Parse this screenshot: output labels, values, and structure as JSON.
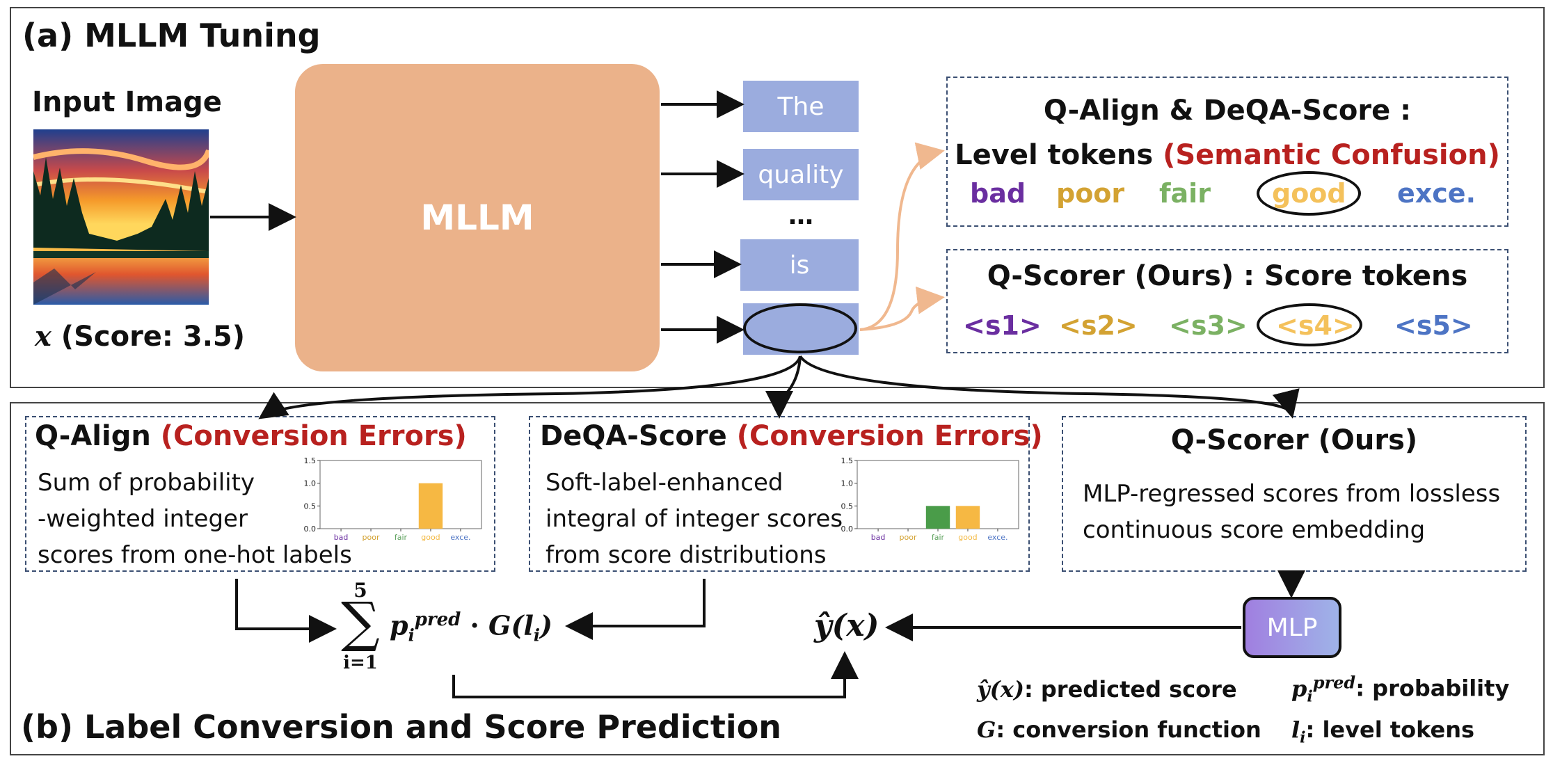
{
  "panel_a": {
    "title": "(a) MLLM Tuning",
    "input_image_label": "Input Image",
    "input_score_var": "x",
    "input_score_text": "(Score: 3.5)",
    "mllm_label": "MLLM",
    "tokens": [
      "The",
      "quality",
      "…",
      "is"
    ]
  },
  "level_box": {
    "line1": "Q-Align & DeQA-Score :",
    "line2_prefix": "Level tokens",
    "line2_highlight": "(Semantic Confusion)",
    "levels": [
      {
        "text": "bad",
        "color": "#6a2ea0"
      },
      {
        "text": "poor",
        "color": "#d3a232"
      },
      {
        "text": "fair",
        "color": "#7bb163"
      },
      {
        "text": "good",
        "color": "#f4c15b"
      },
      {
        "text": "exce.",
        "color": "#4d74c4"
      }
    ]
  },
  "score_box": {
    "title": "Q-Scorer (Ours) : Score tokens",
    "tokens": [
      {
        "text": "<s1>",
        "color": "#6a2ea0"
      },
      {
        "text": "<s2>",
        "color": "#d3a232"
      },
      {
        "text": "<s3>",
        "color": "#7bb163"
      },
      {
        "text": "<s4>",
        "color": "#f4c15b"
      },
      {
        "text": "<s5>",
        "color": "#4d74c4"
      }
    ]
  },
  "panel_b": {
    "title": "(b) Label Conversion and Score Prediction",
    "qalign": {
      "name": "Q-Align",
      "error": "(Conversion Errors)",
      "lines": [
        "Sum of probability",
        "-weighted integer",
        "scores from one-hot labels"
      ]
    },
    "deqa": {
      "name": "DeQA-Score",
      "error": "(Conversion Errors)",
      "lines": [
        "Soft-label-enhanced",
        "integral of integer scores",
        "from score distributions"
      ]
    },
    "qscorer": {
      "name": "Q-Scorer (Ours)",
      "lines": [
        "MLP-regressed scores from lossless",
        "continuous score embedding"
      ]
    },
    "mlp_label": "MLP",
    "formula": {
      "sum_top": "5",
      "sum_bottom": "i=1",
      "sum_symbol": "∑",
      "p": "p",
      "p_sub": "i",
      "p_sup": "pred",
      "dot": "·",
      "g": "G(l",
      "g_sub": "i",
      "g_close": ")"
    },
    "prediction": "ŷ(x)",
    "legend": [
      {
        "symbol": "ŷ(x)",
        "text": ": predicted score"
      },
      {
        "symbol": "G",
        "text": ": conversion function"
      },
      {
        "symbol": "p_i^pred",
        "text": ": probability"
      },
      {
        "symbol": "l_i",
        "text": ": level tokens"
      }
    ]
  },
  "chart_data": [
    {
      "type": "bar",
      "categories": [
        "bad",
        "poor",
        "fair",
        "good",
        "exce."
      ],
      "values": [
        0,
        0,
        0,
        1.0,
        0
      ],
      "ylim": [
        0,
        1.5
      ],
      "yticks": [
        "0.0",
        "0.5",
        "1.0",
        "1.5"
      ],
      "colors": [
        "#6a2ea0",
        "#d3a232",
        "#5ba05b",
        "#f4b942",
        "#4d74c4"
      ],
      "bar_colors": [
        "#4a9c49",
        "#4a9c49",
        "#4a9c49",
        "#f6b843",
        "#4a9c49"
      ]
    },
    {
      "type": "bar",
      "categories": [
        "bad",
        "poor",
        "fair",
        "good",
        "exce."
      ],
      "values": [
        0,
        0,
        0.5,
        0.5,
        0
      ],
      "ylim": [
        0,
        1.5
      ],
      "yticks": [
        "0.0",
        "0.5",
        "1.0",
        "1.5"
      ],
      "colors": [
        "#6a2ea0",
        "#d3a232",
        "#5ba05b",
        "#f4b942",
        "#4d74c4"
      ],
      "bar_colors": [
        "#4a9c49",
        "#4a9c49",
        "#4a9c49",
        "#f6b843",
        "#4a9c49"
      ]
    }
  ]
}
